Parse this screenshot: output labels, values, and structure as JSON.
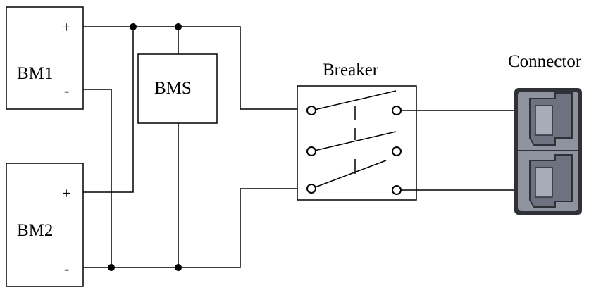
{
  "battery_modules": [
    {
      "name": "BM1",
      "plus": "+",
      "minus": "-"
    },
    {
      "name": "BM2",
      "plus": "+",
      "minus": "-"
    }
  ],
  "bms": {
    "label": "BMS"
  },
  "breaker": {
    "label": "Breaker"
  },
  "connector": {
    "label": "Connector"
  },
  "colors": {
    "line": "#000000",
    "connector_body": "#8f939f",
    "connector_frame": "#2f3136"
  }
}
